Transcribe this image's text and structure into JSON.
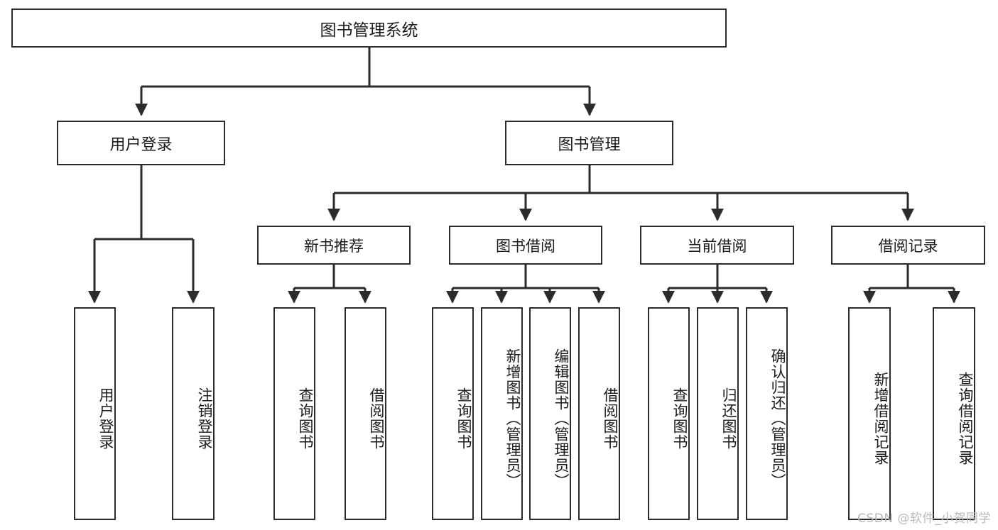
{
  "diagram": {
    "title": "图书管理系统",
    "type": "hierarchy-tree",
    "watermark": "CSDN @软件_小贺同学",
    "colors": {
      "stroke": "#2b2b2b",
      "fill": "#ffffff",
      "text": "#1b1b1b",
      "watermark": "#b9b9b9"
    },
    "nodes": {
      "root": {
        "label": "图书管理系统"
      },
      "level1": [
        {
          "label": "用户登录"
        },
        {
          "label": "图书管理"
        }
      ],
      "level2": [
        {
          "label": "新书推荐"
        },
        {
          "label": "图书借阅"
        },
        {
          "label": "当前借阅"
        },
        {
          "label": "借阅记录"
        }
      ],
      "leaves": {
        "user_login": [
          {
            "label": "用户登录"
          },
          {
            "label": "注销登录"
          }
        ],
        "new_book": [
          {
            "label": "查询图书"
          },
          {
            "label": "借阅图书"
          }
        ],
        "borrow": [
          {
            "label": "查询图书"
          },
          {
            "label": "新增图书（管理员）"
          },
          {
            "label": "编辑图书（管理员）"
          },
          {
            "label": "借阅图书"
          }
        ],
        "current": [
          {
            "label": "查询图书"
          },
          {
            "label": "归还图书"
          },
          {
            "label": "确认归还（管理员）"
          }
        ],
        "records": [
          {
            "label": "新增借阅记录"
          },
          {
            "label": "查询借阅记录"
          }
        ]
      }
    }
  }
}
